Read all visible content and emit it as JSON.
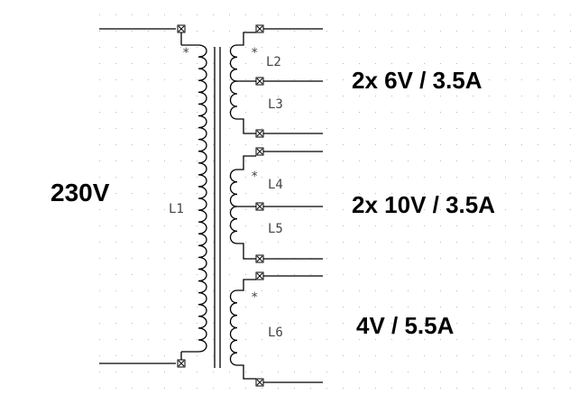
{
  "labels": {
    "input_voltage": "230V",
    "secondary_1": "2x 6V / 3.5A",
    "secondary_2": "2x 10V / 3.5A",
    "secondary_3": "4V / 5.5A"
  },
  "coils": {
    "primary": "L1",
    "l2": "L2",
    "l3": "L3",
    "l4": "L4",
    "l5": "L5",
    "l6": "L6"
  },
  "polarity_mark": "*",
  "colors": {
    "line": "#000000",
    "grid_dot": "#bbbbbb",
    "coil_label": "#444444"
  }
}
